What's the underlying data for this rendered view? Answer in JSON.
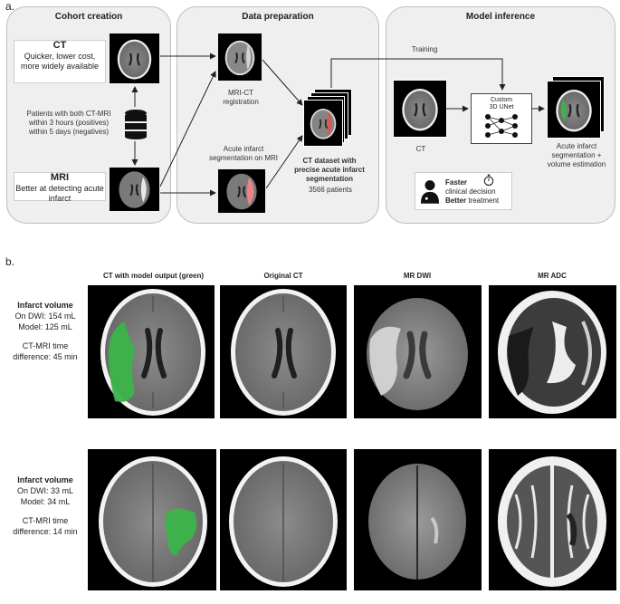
{
  "panel_a": {
    "label": "a.",
    "cohort": {
      "title": "Cohort creation",
      "ct_head": "CT",
      "ct_text": "Quicker, lower cost, more widely available",
      "patients_text": [
        "Patients with both CT-MRI",
        "within 3 hours (positives)",
        "within 5 days (negatives)"
      ],
      "mri_head": "MRI",
      "mri_text": "Better at detecting acute infarct"
    },
    "prep": {
      "title": "Data preparation",
      "reg_label": [
        "MRI-CT",
        "registration"
      ],
      "seg_label": [
        "Acute infarct",
        "segmentation on MRI"
      ],
      "dataset_label": [
        "CT dataset with",
        "precise acute infarct",
        "segmentation"
      ],
      "dataset_count": "3566 patients"
    },
    "inference": {
      "title": "Model inference",
      "training": "Training",
      "ct": "CT",
      "model": [
        "Custom",
        "3D UNet"
      ],
      "output_label": [
        "Acute infarct",
        "segmentation +",
        "volume estimation"
      ],
      "faster_bold": "Faster",
      "faster_rest": "clinical decision",
      "better_bold": "Better",
      "better_rest": " treatment"
    }
  },
  "panel_b": {
    "label": "b.",
    "columns": [
      "CT with model output (green)",
      "Original CT",
      "MR DWI",
      "MR ADC"
    ],
    "cases": [
      {
        "heading": "Infarct volume",
        "dwi": "On DWI: 154 mL",
        "model": "Model: 125 mL",
        "diff1": "CT-MRI time",
        "diff2": "difference: 45 min"
      },
      {
        "heading": "Infarct volume",
        "dwi": "On DWI: 33 mL",
        "model": "Model: 34 mL",
        "diff1": "CT-MRI time",
        "diff2": "difference: 14 min"
      }
    ]
  },
  "colors": {
    "panel_bg": "#efefef",
    "panel_border": "#bdbdbd",
    "segmentation_green": "#3bb34a",
    "segmentation_red": "#e06a6a"
  },
  "icons": [
    "database-icon",
    "person-icon",
    "stopwatch-icon",
    "brain-scan-icon"
  ]
}
